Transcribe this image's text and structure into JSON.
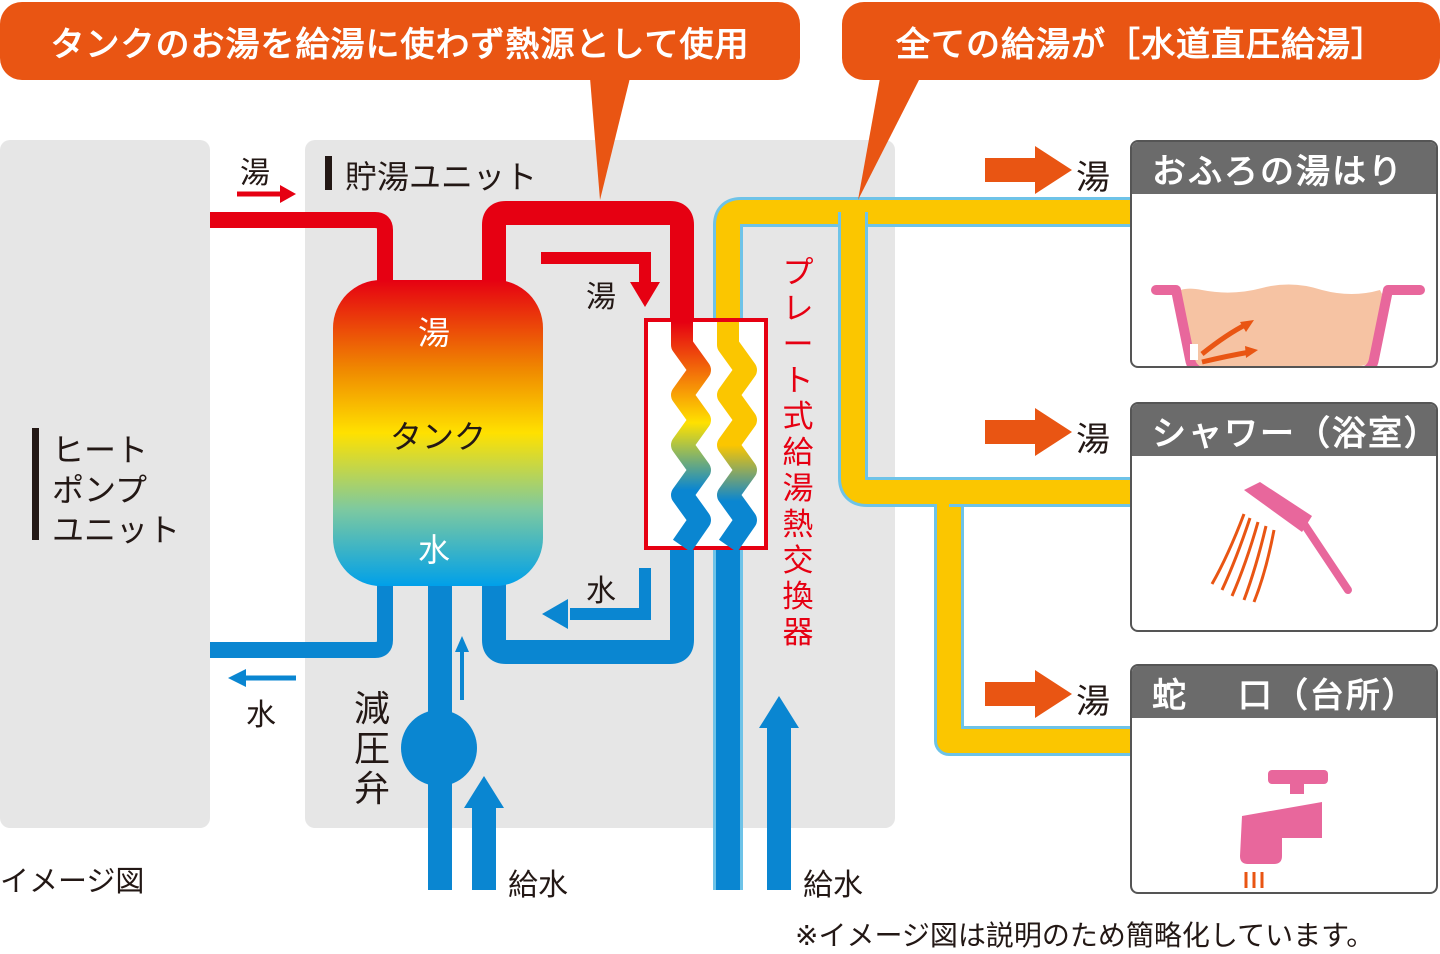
{
  "callouts": {
    "left": "タンクのお湯を給湯に使わず熱源として使用",
    "right": "全ての給湯が［水道直圧給湯］"
  },
  "units": {
    "heat_pump": [
      "ヒート",
      "ポンプ",
      "ユニット"
    ],
    "storage": "貯湯ユニット"
  },
  "tank": {
    "top": "湯",
    "middle": "タンク",
    "bottom": "水"
  },
  "flow_labels": {
    "hp_in_hot": "湯",
    "hp_out_water": "水",
    "tank_to_hx_hot": "湯",
    "hx_to_tank_water": "水",
    "supply_left": "給水",
    "supply_right": "給水"
  },
  "valve_label": [
    "減",
    "圧",
    "弁"
  ],
  "heat_exchanger_label": [
    "プ",
    "レ",
    "ー",
    "ト",
    "式",
    "給",
    "湯",
    "熱",
    "交",
    "換",
    "器"
  ],
  "outlets": [
    {
      "arrow_label": "湯",
      "title": "おふろの湯はり",
      "icon": "bathtub-icon"
    },
    {
      "arrow_label": "湯",
      "title": "シャワー（浴室）",
      "icon": "shower-icon"
    },
    {
      "arrow_label": "湯",
      "title": "蛇　 口（台所）",
      "icon": "faucet-icon"
    }
  ],
  "footnotes": {
    "image_note": "イメージ図",
    "disclaimer": "※イメージ図は説明のため簡略化しています。"
  },
  "colors": {
    "hot": "#e60012",
    "cold": "#0a86d1",
    "supply": "#fbc600",
    "accent": "#e95513",
    "fixture": "#e8679c"
  }
}
